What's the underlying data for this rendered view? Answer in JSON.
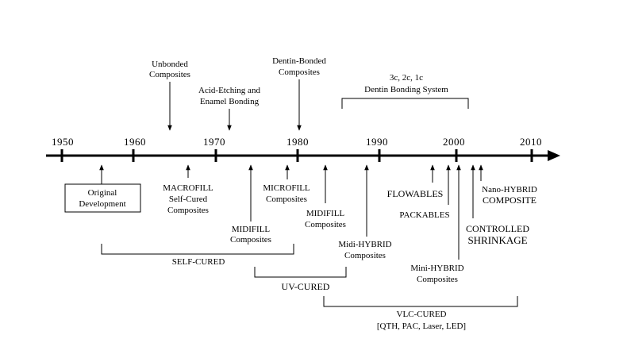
{
  "years": [
    "1950",
    "1960",
    "1970",
    "1980",
    "1990",
    "2000",
    "2010"
  ],
  "labels": {
    "unbonded": [
      "Unbonded",
      "Composites"
    ],
    "acid_etching": [
      "Acid-Etching and",
      "Enamel Bonding"
    ],
    "dentin_bonded": [
      "Dentin-Bonded",
      "Composites"
    ],
    "dbs_generations": "3c,  2c,  1c",
    "dbs_system": "Dentin Bonding System",
    "original": [
      "Original",
      "Development"
    ],
    "macrofill": [
      "MACROFILL",
      "Self-Cured",
      "Composites"
    ],
    "midifill_1": [
      "MIDIFILL",
      "Composites"
    ],
    "microfill": [
      "MICROFILL",
      "Composites"
    ],
    "midifill_2": [
      "MIDIFILL",
      "Composites"
    ],
    "midi_hybrid": [
      "Midi-HYBRID",
      "Composites"
    ],
    "flowables": "FLOWABLES",
    "packables": "PACKABLES",
    "mini_hybrid": [
      "Mini-HYBRID",
      "Composites"
    ],
    "controlled": [
      "CONTROLLED",
      "SHRINKAGE"
    ],
    "nano_hybrid": [
      "Nano-HYBRID",
      "COMPOSITE"
    ]
  },
  "periods": {
    "self_cured": "SELF-CURED",
    "uv_cured": "UV-CURED",
    "vlc_cured": "VLC-CURED",
    "vlc_sources": "[QTH, PAC, Laser, LED]"
  }
}
